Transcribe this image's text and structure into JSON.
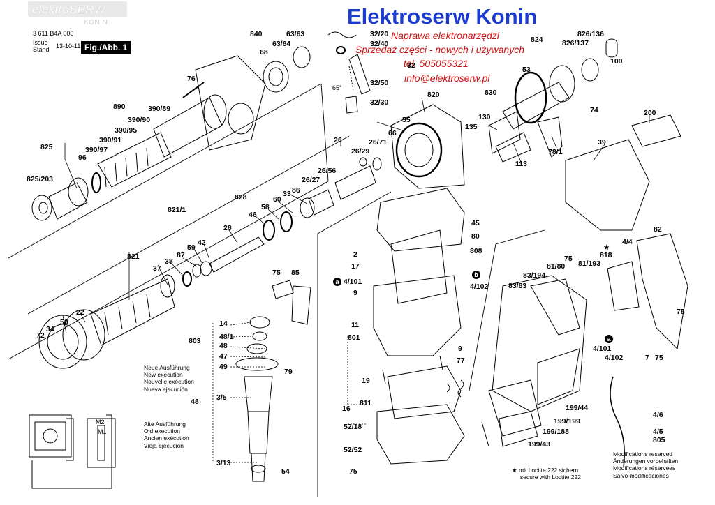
{
  "header": {
    "watermark_logo": "elektroSERW",
    "watermark_city": "KONIN",
    "doc_number": "3 611 B4A 000",
    "issue_label": "Issue",
    "stand_label": "Stand",
    "issue_date": "13-10-11",
    "figure_label": "Fig./Abb. 1"
  },
  "overlay": {
    "company": "Elektroserw Konin",
    "line1": "Naprawa elektronarzędzi",
    "line2": "Sprzedaż części - nowych i używanych",
    "line3": "tel. 505055321",
    "line4": "info@elektroserw.pl"
  },
  "part_labels": [
    {
      "id": "840",
      "text": "840"
    },
    {
      "id": "63_63",
      "text": "63/63"
    },
    {
      "id": "63_64",
      "text": "63/64"
    },
    {
      "id": "68",
      "text": "68"
    },
    {
      "id": "76",
      "text": "76"
    },
    {
      "id": "890",
      "text": "890"
    },
    {
      "id": "390_89",
      "text": "390/89"
    },
    {
      "id": "390_90",
      "text": "390/90"
    },
    {
      "id": "390_95",
      "text": "390/95"
    },
    {
      "id": "390_91",
      "text": "390/91"
    },
    {
      "id": "390_97",
      "text": "390/97"
    },
    {
      "id": "825",
      "text": "825"
    },
    {
      "id": "96",
      "text": "96"
    },
    {
      "id": "825_203",
      "text": "825/203"
    },
    {
      "id": "32_20",
      "text": "32/20"
    },
    {
      "id": "32_40",
      "text": "32/40"
    },
    {
      "id": "32",
      "text": "32"
    },
    {
      "id": "32_50",
      "text": "32/50"
    },
    {
      "id": "32_30",
      "text": "32/30"
    },
    {
      "id": "angle",
      "text": "65°"
    },
    {
      "id": "824",
      "text": "824"
    },
    {
      "id": "826_136",
      "text": "826/136"
    },
    {
      "id": "826_137",
      "text": "826/137"
    },
    {
      "id": "53",
      "text": "53"
    },
    {
      "id": "100",
      "text": "100"
    },
    {
      "id": "820",
      "text": "820"
    },
    {
      "id": "830",
      "text": "830"
    },
    {
      "id": "74",
      "text": "74"
    },
    {
      "id": "55",
      "text": "55"
    },
    {
      "id": "130",
      "text": "130"
    },
    {
      "id": "135",
      "text": "135"
    },
    {
      "id": "66",
      "text": "66"
    },
    {
      "id": "78_1",
      "text": "78/1"
    },
    {
      "id": "113",
      "text": "113"
    },
    {
      "id": "200",
      "text": "200"
    },
    {
      "id": "39",
      "text": "39"
    },
    {
      "id": "26",
      "text": "26"
    },
    {
      "id": "26_29",
      "text": "26/29"
    },
    {
      "id": "26_71",
      "text": "26/71"
    },
    {
      "id": "26_56",
      "text": "26/56"
    },
    {
      "id": "26_27",
      "text": "26/27"
    },
    {
      "id": "828",
      "text": "828"
    },
    {
      "id": "86",
      "text": "86"
    },
    {
      "id": "33",
      "text": "33"
    },
    {
      "id": "60",
      "text": "60"
    },
    {
      "id": "58",
      "text": "58"
    },
    {
      "id": "46",
      "text": "46"
    },
    {
      "id": "821_1",
      "text": "821/1"
    },
    {
      "id": "28",
      "text": "28"
    },
    {
      "id": "42",
      "text": "42"
    },
    {
      "id": "59",
      "text": "59"
    },
    {
      "id": "821",
      "text": "821"
    },
    {
      "id": "87",
      "text": "87"
    },
    {
      "id": "38",
      "text": "38"
    },
    {
      "id": "37",
      "text": "37"
    },
    {
      "id": "22",
      "text": "22"
    },
    {
      "id": "50",
      "text": "50"
    },
    {
      "id": "34",
      "text": "34"
    },
    {
      "id": "72",
      "text": "72"
    },
    {
      "id": "45",
      "text": "45"
    },
    {
      "id": "80",
      "text": "80"
    },
    {
      "id": "808",
      "text": "808"
    },
    {
      "id": "2",
      "text": "2"
    },
    {
      "id": "17",
      "text": "17"
    },
    {
      "id": "4_101a",
      "text": "4/101"
    },
    {
      "id": "4_102a",
      "text": "4/102"
    },
    {
      "id": "9a",
      "text": "9"
    },
    {
      "id": "11",
      "text": "11"
    },
    {
      "id": "801",
      "text": "801"
    },
    {
      "id": "9b",
      "text": "9"
    },
    {
      "id": "77",
      "text": "77"
    },
    {
      "id": "19",
      "text": "19"
    },
    {
      "id": "16",
      "text": "16"
    },
    {
      "id": "811",
      "text": "811"
    },
    {
      "id": "52_18",
      "text": "52/18"
    },
    {
      "id": "52_52",
      "text": "52/52"
    },
    {
      "id": "75a",
      "text": "75"
    },
    {
      "id": "75b",
      "text": "75"
    },
    {
      "id": "85",
      "text": "85"
    },
    {
      "id": "14",
      "text": "14"
    },
    {
      "id": "48_1",
      "text": "48/1"
    },
    {
      "id": "803",
      "text": "803"
    },
    {
      "id": "48",
      "text": "48"
    },
    {
      "id": "47",
      "text": "47"
    },
    {
      "id": "49",
      "text": "49"
    },
    {
      "id": "79",
      "text": "79"
    },
    {
      "id": "3_5",
      "text": "3/5"
    },
    {
      "id": "3_13",
      "text": "3/13"
    },
    {
      "id": "54",
      "text": "54"
    },
    {
      "id": "48b",
      "text": "48"
    },
    {
      "id": "75c",
      "text": "75"
    },
    {
      "id": "81_80",
      "text": "81/80"
    },
    {
      "id": "81_193",
      "text": "81/193"
    },
    {
      "id": "818",
      "text": "818"
    },
    {
      "id": "4_4",
      "text": "4/4"
    },
    {
      "id": "82",
      "text": "82"
    },
    {
      "id": "83_194",
      "text": "83/194"
    },
    {
      "id": "83_83",
      "text": "83/83"
    },
    {
      "id": "75d",
      "text": "75"
    },
    {
      "id": "4_101b",
      "text": "4/101"
    },
    {
      "id": "4_102b",
      "text": "4/102"
    },
    {
      "id": "7",
      "text": "7"
    },
    {
      "id": "75e",
      "text": "75"
    },
    {
      "id": "199_44",
      "text": "199/44"
    },
    {
      "id": "199_199",
      "text": "199/199"
    },
    {
      "id": "199_188",
      "text": "199/188"
    },
    {
      "id": "199_43",
      "text": "199/43"
    },
    {
      "id": "4_6",
      "text": "4/6"
    },
    {
      "id": "4_5",
      "text": "4/5"
    },
    {
      "id": "805",
      "text": "805"
    }
  ],
  "callouts": {
    "a": "a",
    "b": "b"
  },
  "execution_new": [
    "Neue Ausführung",
    "New execution",
    "Nouvelle exécution",
    "Nueva ejecución"
  ],
  "execution_old": [
    "Alte Ausführung",
    "Old execution",
    "Ancien exécution",
    "Vieja ejecución"
  ],
  "schematic_labels": {
    "m1": "M1",
    "m2": "M2"
  },
  "loctite_note": [
    "mit Loctite 222 sichern",
    "secure with Loctite 222"
  ],
  "loctite_symbol": "★",
  "modifications": [
    "Modifications reserved",
    "Änderungen vorbehalten",
    "Modifications réservées",
    "Salvo modificaciones"
  ],
  "colors": {
    "overlay_title": "#1c3ccf",
    "overlay_text": "#d01010",
    "ink": "#000000"
  }
}
